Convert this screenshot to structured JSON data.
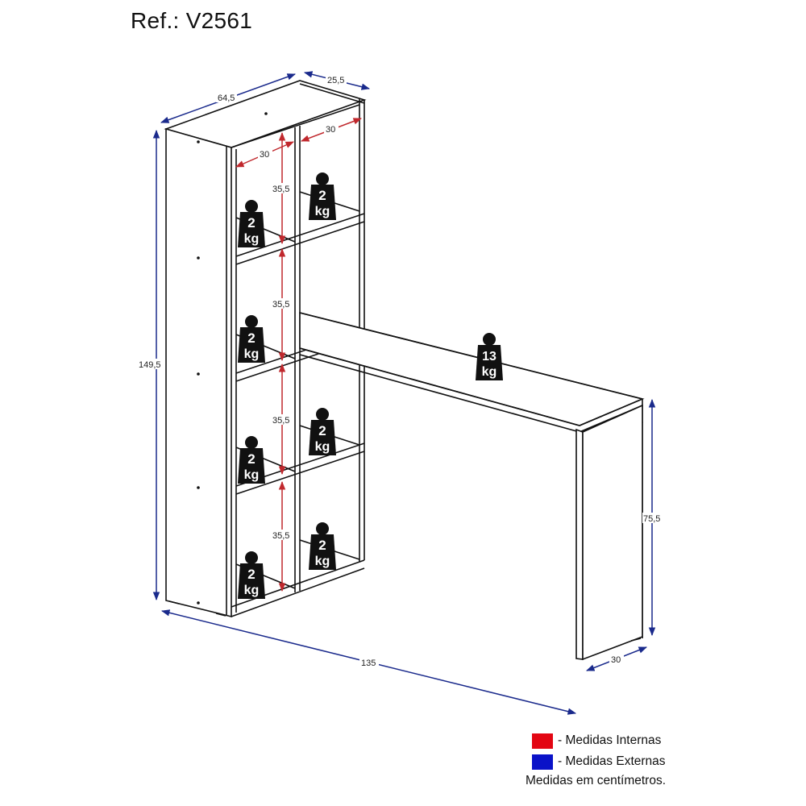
{
  "title": "Ref.: V2561",
  "colors": {
    "internal": "#e30613",
    "external": "#0a12c8",
    "internal_arrow": "#c0282d",
    "external_arrow": "#1a2a8c",
    "line": "#111111",
    "weight": "#111111"
  },
  "dimensions": {
    "external": {
      "top_width": "64,5",
      "top_depth": "25,5",
      "total_height": "149,5",
      "total_width": "135",
      "desk_height": "75,5",
      "desk_depth": "30"
    },
    "internal": {
      "niche_width_left": "30",
      "niche_width_right": "30",
      "niche_height_1": "35,5",
      "niche_height_2": "35,5",
      "niche_height_3": "35,5",
      "niche_height_4": "35,5"
    }
  },
  "weights": {
    "shelf_1_left": {
      "num": "2",
      "unit": "kg"
    },
    "shelf_1_right": {
      "num": "2",
      "unit": "kg"
    },
    "shelf_2_left": {
      "num": "2",
      "unit": "kg"
    },
    "shelf_3_left": {
      "num": "2",
      "unit": "kg"
    },
    "shelf_3_right": {
      "num": "2",
      "unit": "kg"
    },
    "shelf_4_left": {
      "num": "2",
      "unit": "kg"
    },
    "shelf_4_right": {
      "num": "2",
      "unit": "kg"
    },
    "desk_top": {
      "num": "13",
      "unit": "kg"
    }
  },
  "legend": {
    "internal_label": "- Medidas Internas",
    "external_label": "- Medidas Externas",
    "note": "Medidas em centímetros."
  }
}
